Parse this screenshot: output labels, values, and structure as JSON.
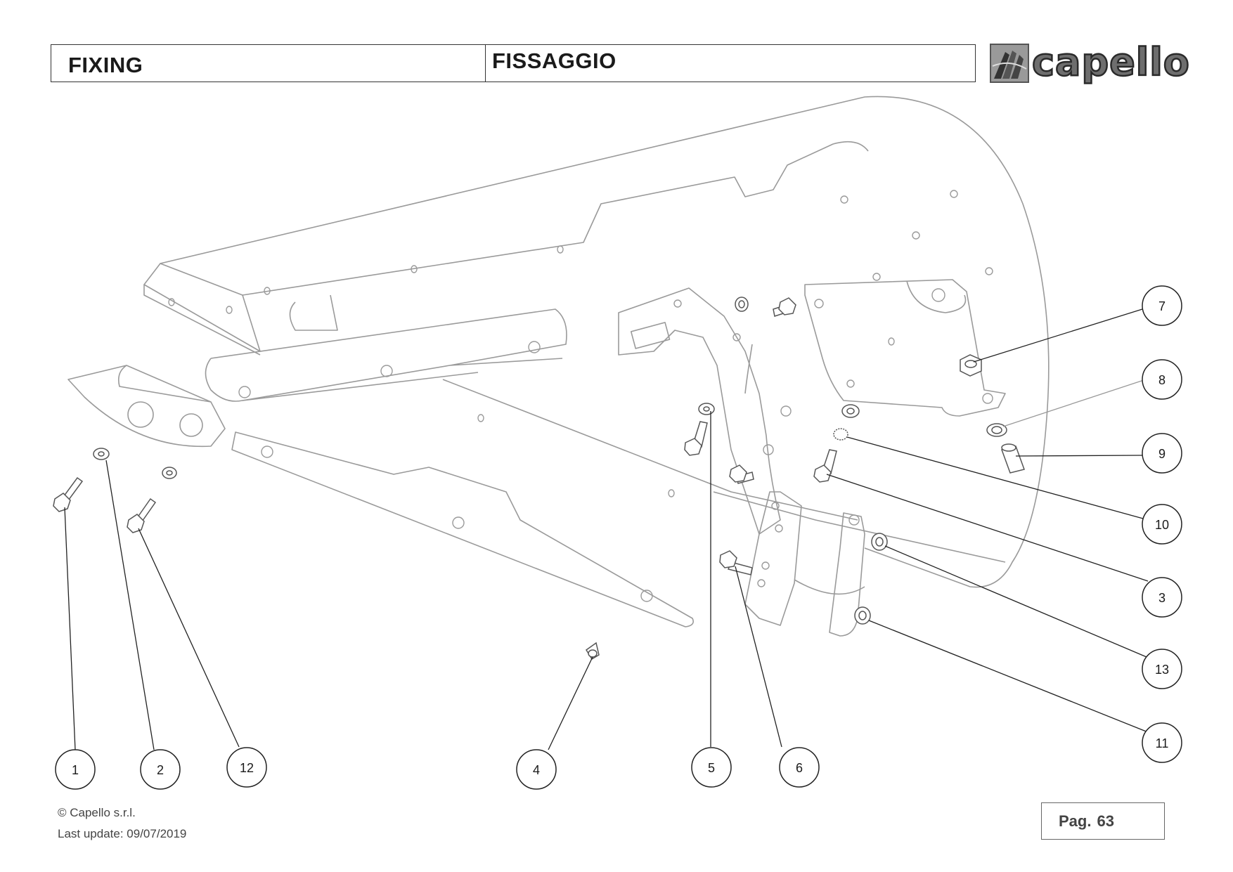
{
  "header": {
    "title_en": "FIXING",
    "title_it": "FISSAGGIO",
    "logo_text": "capello"
  },
  "callouts": [
    {
      "label": "1"
    },
    {
      "label": "2"
    },
    {
      "label": "12"
    },
    {
      "label": "4"
    },
    {
      "label": "5"
    },
    {
      "label": "6"
    },
    {
      "label": "7"
    },
    {
      "label": "8"
    },
    {
      "label": "9"
    },
    {
      "label": "10"
    },
    {
      "label": "3"
    },
    {
      "label": "13"
    },
    {
      "label": "11"
    }
  ],
  "footer": {
    "copyright": "© Capello s.r.l.",
    "last_update": "Last update: 09/07/2019",
    "page_label": "Pag.",
    "page_number": "63"
  },
  "colors": {
    "outline": "#9a9a9a",
    "leader": "#222222",
    "logo_fill": "#6e6e6e"
  }
}
